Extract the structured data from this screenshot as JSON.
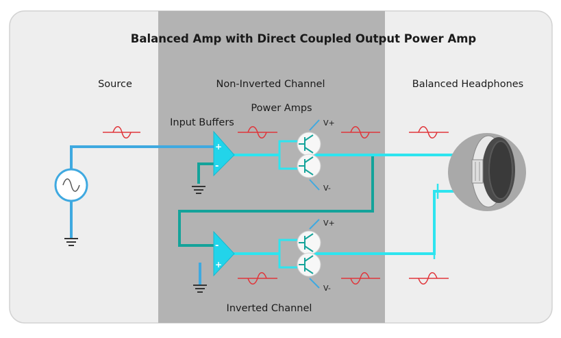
{
  "title": "Balanced Amp with Direct Coupled Output Power Amp",
  "labels": {
    "source": "Source",
    "non_inverted": "Non-Inverted Channel",
    "balanced_headphones": "Balanced Headphones",
    "power_amps": "Power Amps",
    "input_buffers": "Input Buffers",
    "inverted": "Inverted Channel",
    "plus": "+",
    "minus": "-",
    "v_plus": "V+",
    "v_minus": "V-"
  },
  "colors": {
    "panel_bg": "#eeeeee",
    "center_band": "#b3b3b3",
    "signal_line": "#3fa9e0",
    "teal_line": "#14a39a",
    "output_line": "#2ee4ef",
    "waveform": "#e0353a",
    "amp_fill": "#22d4ea"
  }
}
